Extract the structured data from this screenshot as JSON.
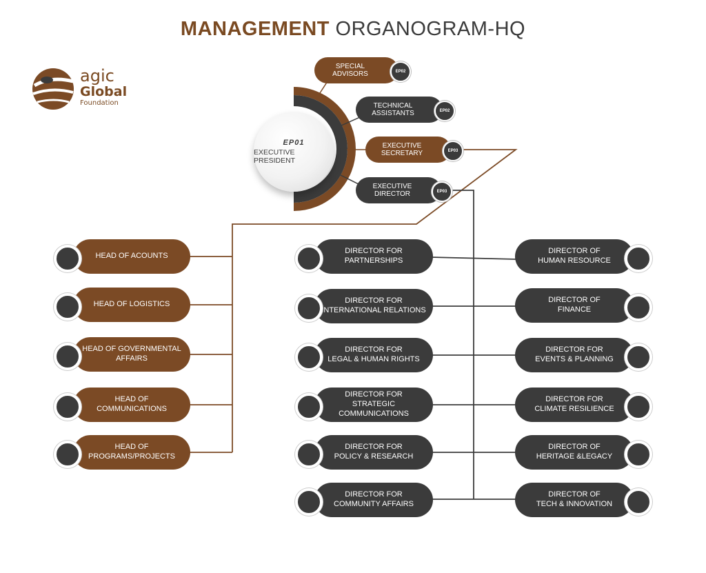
{
  "title": {
    "bold": "MANAGEMENT",
    "light": "ORGANOGRAM-HQ"
  },
  "logo": {
    "line1": "agic",
    "line2": "Global",
    "line3": "Foundation"
  },
  "colors": {
    "brown": "#7b4a25",
    "dark": "#3b3b3b",
    "line_brown": "#7b4a25",
    "line_dark": "#3b3b3b"
  },
  "president": {
    "code": "EP01",
    "title": "EXECUTIVE PRESIDENT"
  },
  "executive_units": [
    {
      "label": "SPECIAL ADVISORS",
      "code": "EP02"
    },
    {
      "label": "TECHNICAL ASSISTANTS",
      "code": "EP02"
    },
    {
      "label": "EXECUTIVE SECRETARY",
      "code": "EP03"
    },
    {
      "label": "EXECUTIVE DIRECTOR",
      "code": "EP03"
    }
  ],
  "heads": [
    {
      "l1": "HEAD OF ACOUNTS",
      "l2": ""
    },
    {
      "l1": "HEAD OF LOGISTICS",
      "l2": ""
    },
    {
      "l1": "HEAD OF GOVERNMENTAL",
      "l2": "AFFAIRS"
    },
    {
      "l1": "HEAD OF COMMUNICATIONS",
      "l2": ""
    },
    {
      "l1": "HEAD OF PROGRAMS/PROJECTS",
      "l2": ""
    }
  ],
  "directors_left": [
    {
      "l1": "DIRECTOR FOR PARTNERSHIPS",
      "l2": ""
    },
    {
      "l1": "DIRECTOR FOR",
      "l2": "INTERNATIONAL RELATIONS"
    },
    {
      "l1": "DIRECTOR FOR",
      "l2": "LEGAL & HUMAN RIGHTS"
    },
    {
      "l1": "DIRECTOR FOR",
      "l2": "STRATEGIC COMMUNICATIONS"
    },
    {
      "l1": "DIRECTOR FOR",
      "l2": "POLICY & RESEARCH"
    },
    {
      "l1": "DIRECTOR FOR",
      "l2": "COMMUNITY AFFAIRS"
    }
  ],
  "directors_right": [
    {
      "l1": "DIRECTOR OF",
      "l2": "HUMAN RESOURCE"
    },
    {
      "l1": "DIRECTOR OF",
      "l2": "FINANCE"
    },
    {
      "l1": "DIRECTOR FOR",
      "l2": "EVENTS & PLANNING"
    },
    {
      "l1": "DIRECTOR FOR",
      "l2": "CLIMATE RESILIENCE"
    },
    {
      "l1": "DIRECTOR OF",
      "l2": "HERITAGE &LEGACY"
    },
    {
      "l1": "DIRECTOR OF",
      "l2": "TECH & INNOVATION"
    }
  ]
}
